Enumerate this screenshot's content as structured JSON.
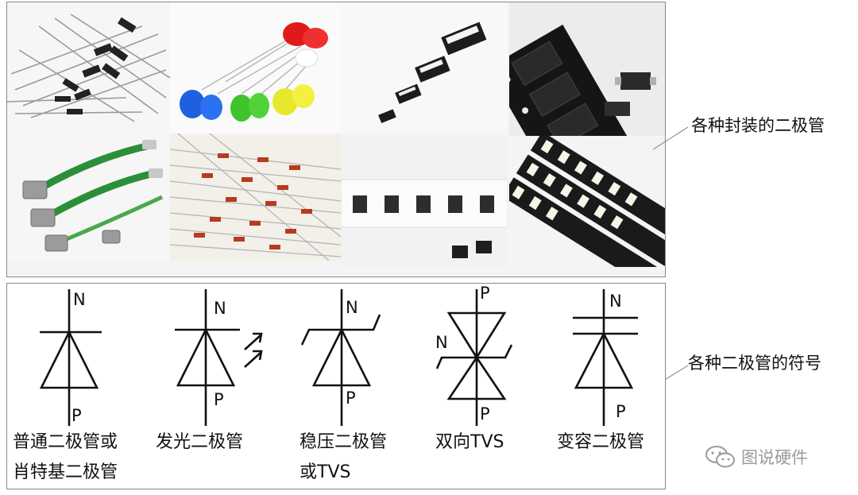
{
  "callouts": {
    "packages": "各种封装的二极管",
    "symbols": "各种二极管的符号"
  },
  "symbols": [
    {
      "id": "standard",
      "n": "N",
      "p": "P",
      "label_lines": [
        "普通二极管或",
        "肖特基二极管"
      ]
    },
    {
      "id": "led",
      "n": "N",
      "p": "P",
      "label_lines": [
        "发光二极管"
      ]
    },
    {
      "id": "zener",
      "n": "N",
      "p": "P",
      "label_lines": [
        "稳压二极管",
        "或TVS"
      ]
    },
    {
      "id": "bidirectional-tvs",
      "n": "N",
      "p": "P",
      "p_bottom": "P",
      "label_lines": [
        "双向TVS"
      ]
    },
    {
      "id": "varactor",
      "n": "N",
      "p": "P",
      "label_lines": [
        "变容二极管"
      ]
    }
  ],
  "watermark": {
    "text": "图说硬件",
    "icon": "wechat-icon"
  }
}
